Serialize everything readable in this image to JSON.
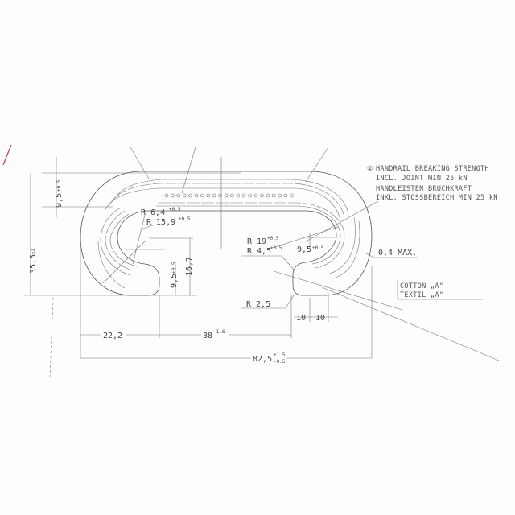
{
  "note": {
    "marker": "①",
    "lines": [
      "HANDRAIL BREAKING STRENGTH",
      "INCL. JOINT MIN 25 kN",
      "HANDLEISTEN BRUCHKRAFT",
      "INKL. STOSSBEREICH MIN 25 kN"
    ]
  },
  "dimensions": {
    "top_thickness": "9,5",
    "top_thickness_tol": "±0.5",
    "overall_height": "35,5",
    "overall_height_tol": "±1",
    "r_inner_small": "R 6,4",
    "r_inner_small_tol": "+0.5",
    "r_inner_large": "R 15,9",
    "r_inner_large_tol": "+0.5",
    "lip_height": "9,5",
    "lip_height_tol": "±0.5",
    "inner_height": "16,7",
    "r_outer": "R 19",
    "r_outer_tol": "+0.5",
    "r_lip": "R 4,5",
    "r_lip_tol": "+0.5",
    "side_thickness": "9,5",
    "side_thickness_tol": "+0.5",
    "r_edge": "R 2,5",
    "lip_10_a": "10",
    "lip_10_b": "10",
    "left_width": "22,2",
    "opening_width": "38",
    "opening_width_tol": "-1.6",
    "overall_width": "82,5",
    "overall_width_tol_upper": "+1.5",
    "overall_width_tol_lower": "-0.5",
    "max_tolerance": "0,4 MAX."
  },
  "material": {
    "line1": "COTTON „A\"",
    "line2": "TEXTIL „A\""
  }
}
